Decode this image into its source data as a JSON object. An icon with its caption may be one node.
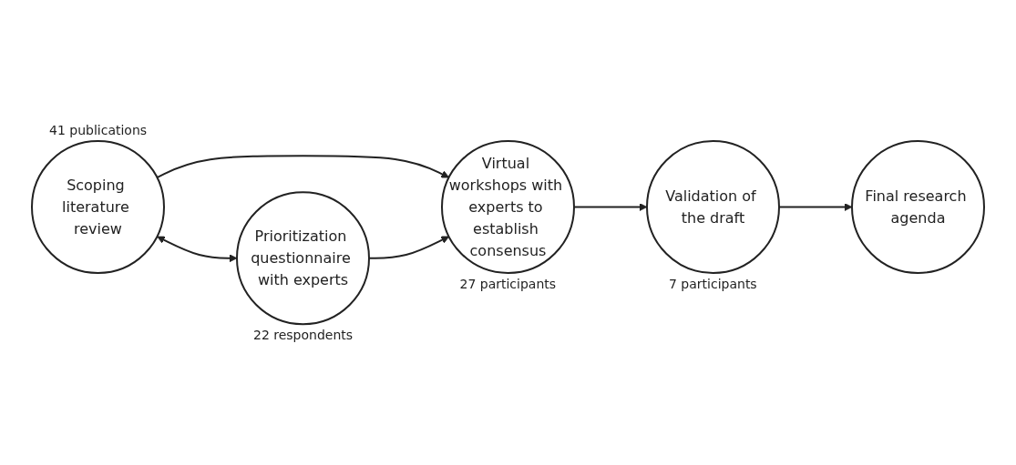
{
  "diagram": {
    "nodes": [
      {
        "text": [
          "Scoping literature review"
        ],
        "beside": [
          "41 publications"
        ]
      },
      {
        "text": [
          "Prioritization questionnaire with experts"
        ],
        "beside": [
          "22 respondents"
        ]
      },
      {
        "text": [
          "Virtual workshops with experts to establish consensus"
        ],
        "beside": [
          "27 participants"
        ]
      },
      {
        "text": [
          "Validation of the draft"
        ],
        "beside": [
          "7 participants"
        ]
      },
      {
        "text": [
          "Final research agenda"
        ]
      }
    ],
    "edges": [
      {
        "from": 0,
        "to": 1,
        "arrow": "both"
      },
      {
        "from": 0,
        "to": 2,
        "arrow": "to"
      },
      {
        "from": 1,
        "to": 2,
        "arrow": "to"
      },
      {
        "from": 2,
        "to": 3,
        "arrow": "to"
      },
      {
        "from": 3,
        "to": 4,
        "arrow": "to"
      }
    ]
  }
}
